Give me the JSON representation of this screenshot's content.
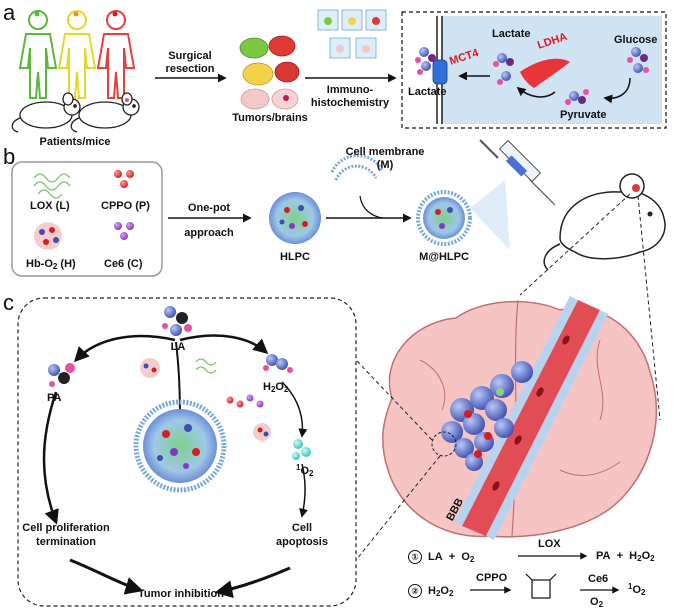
{
  "panels": [
    "a",
    "b",
    "c"
  ],
  "panel_a": {
    "patients_label": "Patients/mice",
    "surgical_label_1": "Surgical",
    "surgical_label_2": "resection",
    "tumors_label": "Tumors/brains",
    "immuno_label_1": "Immuno-",
    "immuno_label_2": "histochemistry",
    "lactate_label_1": "Lactate",
    "lactate_label_2": "Lactate",
    "glucose_label": "Glucose",
    "pyruvate_label": "Pyruvate",
    "mct4_label": "MCT4",
    "ldha_label": "LDHA"
  },
  "panel_b": {
    "lox_label": "LOX (L)",
    "cppo_label": "CPPO (P)",
    "hb_label": "Hb-O",
    "hb_sub": "2",
    "hb_suffix": " (H)",
    "ce6_label": "Ce6 (C)",
    "onepot_label": "One-pot",
    "approach_label": "approach",
    "hlpc_label": "HLPC",
    "membrane_label_1": "Cell membrane",
    "membrane_label_2": "(M)",
    "mhlpc_label": "M@HLPC"
  },
  "panel_c": {
    "la_label": "LA",
    "pa_label": "PA",
    "h2o2_label": "H",
    "h2o2_sub1": "2",
    "h2o2_mid": "O",
    "h2o2_sub2": "2",
    "o2_sup": "1",
    "o2_label": "O",
    "o2_sub": "2",
    "prolif_label_1": "Cell proliferation",
    "prolif_label_2": "termination",
    "apoptosis_label_1": "Cell",
    "apoptosis_label_2": "apoptosis",
    "tumor_label": "Tumor inhibition",
    "bbb_label": "BBB"
  },
  "reactions": {
    "r1_num": "①",
    "r1_la": "LA",
    "r1_plus1": "+",
    "r1_o2": "O",
    "r1_o2_sub": "2",
    "r1_enzyme": "LOX",
    "r1_pa": "PA",
    "r1_plus2": "+",
    "r1_h2o2": "H",
    "r1_h2o2_sub1": "2",
    "r1_h2o2_mid": "O",
    "r1_h2o2_sub2": "2",
    "r2_num": "②",
    "r2_h2o2": "H",
    "r2_h2o2_sub1": "2",
    "r2_h2o2_mid": "O",
    "r2_h2o2_sub2": "2",
    "r2_cppo": "CPPO",
    "r2_ce6": "Ce6",
    "r2_o2": "O",
    "r2_o2_sub": "2",
    "r2_product_sup": "1",
    "r2_product": "O",
    "r2_product_sub": "2"
  },
  "colors": {
    "patient_green": "#59b93a",
    "patient_yellow": "#e3d82a",
    "patient_red": "#e5413a",
    "cell_box_fill": "#cfe3f3",
    "brain_pink": "#f7c4c4",
    "vessel_red": "#d9252a",
    "nanoparticle_blue": "#5a6fd6"
  }
}
